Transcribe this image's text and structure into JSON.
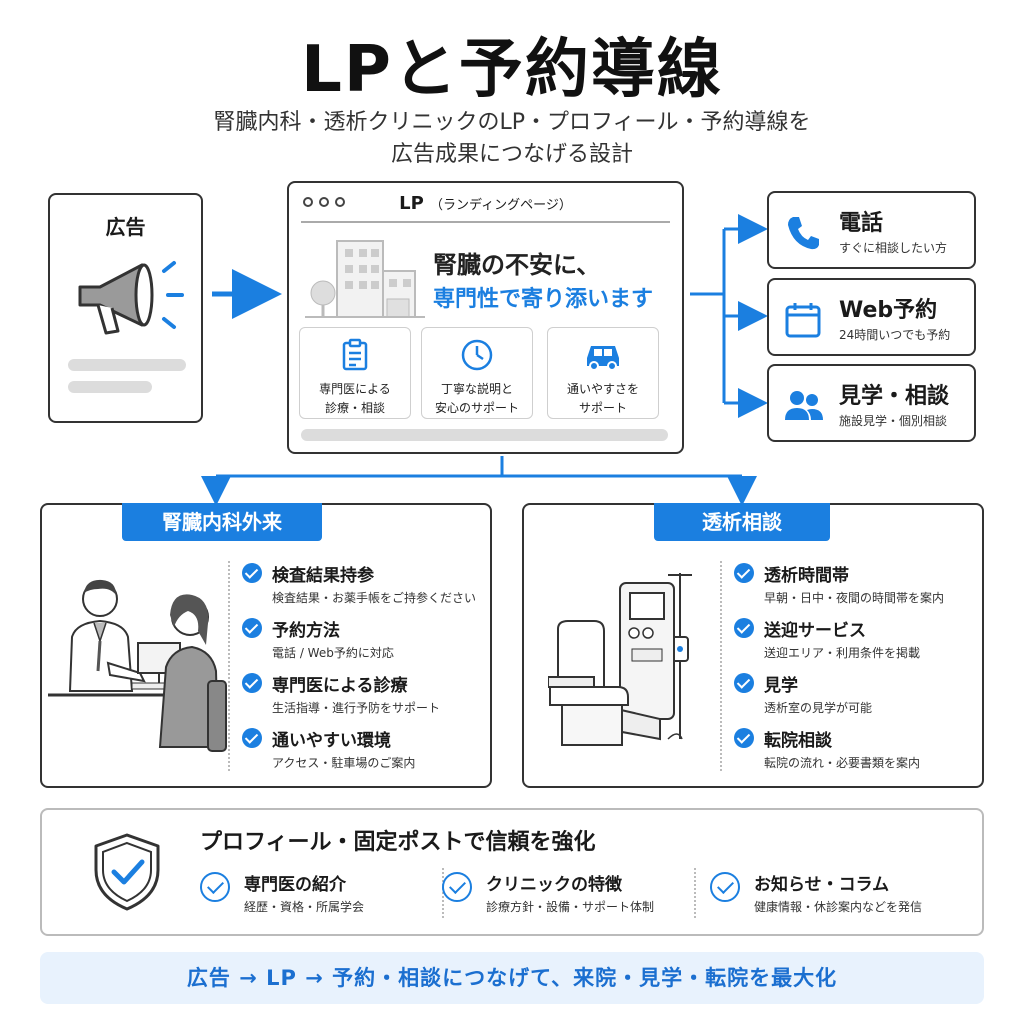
{
  "header": {
    "title": "LPと予約導線",
    "subtitle_line1": "腎臓内科・透析クリニックのLP・プロフィール・予約導線を",
    "subtitle_line2": "広告成果につなげる設計"
  },
  "ad": {
    "title": "広告",
    "icon": "megaphone-icon"
  },
  "lp": {
    "title": "LP",
    "title_note": "（ランディングページ）",
    "hero_line1": "腎臓の不安に、",
    "hero_line2": "専門性で寄り添います",
    "features": [
      {
        "icon": "clipboard-icon",
        "line1": "専門医による",
        "line2": "診療・相談"
      },
      {
        "icon": "clock-icon",
        "line1": "丁寧な説明と",
        "line2": "安心のサポート"
      },
      {
        "icon": "car-icon",
        "line1": "通いやすさを",
        "line2": "サポート"
      }
    ]
  },
  "channels": [
    {
      "icon": "phone-icon",
      "title": "電話",
      "sub": "すぐに相談したい方"
    },
    {
      "icon": "calendar-icon",
      "title": "Web予約",
      "sub": "24時間いつでも予約"
    },
    {
      "icon": "people-icon",
      "title": "見学・相談",
      "sub": "施設見学・個別相談"
    }
  ],
  "kidney": {
    "label": "腎臓内科外来",
    "items": [
      {
        "title": "検査結果持参",
        "sub": "検査結果・お薬手帳をご持参ください"
      },
      {
        "title": "予約方法",
        "sub": "電話 / Web予約に対応"
      },
      {
        "title": "専門医による診療",
        "sub": "生活指導・進行予防をサポート"
      },
      {
        "title": "通いやすい環境",
        "sub": "アクセス・駐車場のご案内"
      }
    ]
  },
  "dialysis": {
    "label": "透析相談",
    "items": [
      {
        "title": "透析時間帯",
        "sub": "早朝・日中・夜間の時間帯を案内"
      },
      {
        "title": "送迎サービス",
        "sub": "送迎エリア・利用条件を掲載"
      },
      {
        "title": "見学",
        "sub": "透析室の見学が可能"
      },
      {
        "title": "転院相談",
        "sub": "転院の流れ・必要書類を案内"
      }
    ]
  },
  "profile": {
    "title": "プロフィール・固定ポストで信頼を強化",
    "items": [
      {
        "title": "専門医の紹介",
        "sub": "経歴・資格・所属学会"
      },
      {
        "title": "クリニックの特徴",
        "sub": "診療方針・設備・サポート体制"
      },
      {
        "title": "お知らせ・コラム",
        "sub": "健康情報・休診案内などを発信"
      }
    ]
  },
  "banner": "広告 → LP → 予約・相談につなげて、来院・見学・転院を最大化",
  "colors": {
    "accent": "#1b7fe0",
    "banner_bg": "#e8f2fd"
  }
}
